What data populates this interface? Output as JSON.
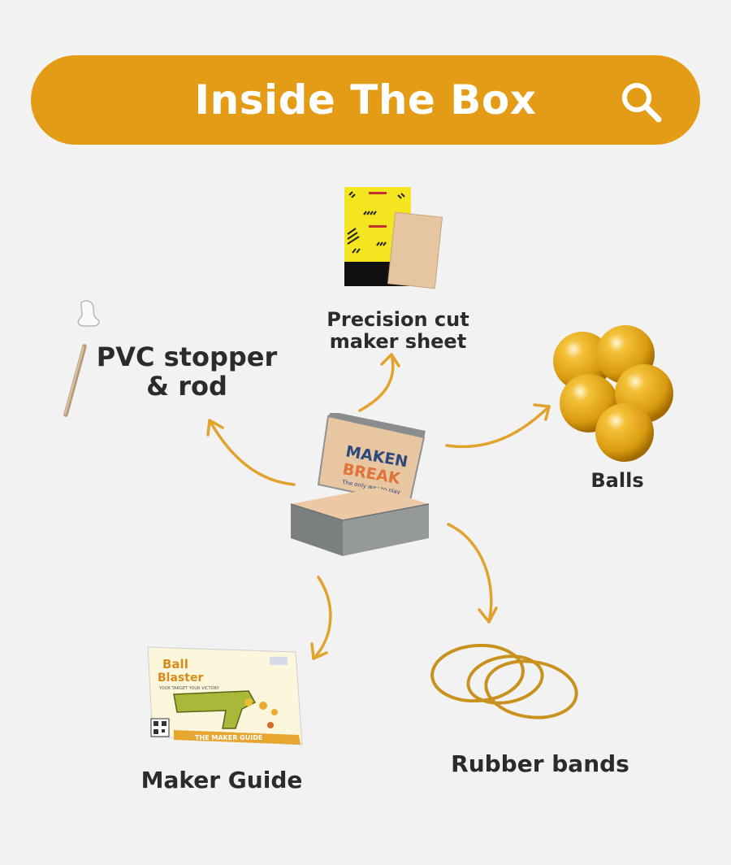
{
  "header": {
    "title": "Inside The Box",
    "background_color": "#e49b16",
    "icon": "search-icon"
  },
  "items": {
    "maker_sheet": {
      "label_line1": "Precision cut",
      "label_line2": "maker sheet"
    },
    "pvc": {
      "label_line1": "PVC stopper",
      "label_line2": "& rod"
    },
    "balls": {
      "label": "Balls"
    },
    "guide": {
      "label": "Maker Guide",
      "cover_title_1": "Ball",
      "cover_title_2": "Blaster",
      "cover_subtitle": "YOUR TARGET YOUR VICTORY",
      "cover_footer": "THE MAKER GUIDE"
    },
    "bands": {
      "label": "Rubber bands"
    }
  },
  "box": {
    "logo_top": "MAKEN",
    "logo_bottom": "BREAK",
    "tagline": "The only way to play"
  },
  "colors": {
    "accent": "#e49b16",
    "arrow": "#e2a22e",
    "text": "#2b2b2b"
  }
}
